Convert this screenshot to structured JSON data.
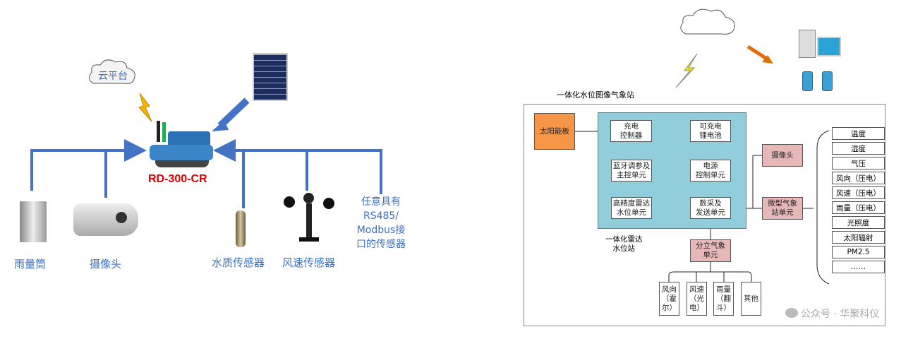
{
  "left": {
    "cloud": "云平台",
    "device": "RD-300-CR",
    "rain_gauge": "雨量筒",
    "camera": "摄像头",
    "water_quality": "水质传感器",
    "wind_speed": "风速传感器",
    "any_sensor": [
      "任意具有",
      "RS485/",
      "Modbus接",
      "口的传感器"
    ]
  },
  "right": {
    "title": "一体化水位图像气象站",
    "solar": "太阳能板",
    "charge_ctrl": [
      "充电",
      "控制器"
    ],
    "battery": [
      "可充电",
      "锂电池"
    ],
    "bt": [
      "蓝牙调参及",
      "主控单元"
    ],
    "power": [
      "电源",
      "控制单元"
    ],
    "radar": [
      "高精度雷达",
      "水位单元"
    ],
    "daq": [
      "数采及",
      "发送单元"
    ],
    "station_caption": [
      "一体化雷达",
      "水位站"
    ],
    "camera": "摄像头",
    "micro": [
      "微型气象",
      "站单元"
    ],
    "discrete": [
      "分立气象",
      "单元"
    ],
    "list": [
      "温度",
      "湿度",
      "气压",
      "风向（压电）",
      "风速（压电）",
      "雨量（压电）",
      "光照度",
      "太阳辐射",
      "PM2.5",
      "……"
    ],
    "bottom": [
      [
        "风向",
        "（霍",
        "尔）"
      ],
      [
        "风速",
        "（光",
        "电）"
      ],
      [
        "雨量",
        "（翻",
        "斗）"
      ],
      [
        "其他"
      ]
    ],
    "watermark": "公众号 · 华聚科仪"
  },
  "colors": {
    "blue": "#4472c4",
    "red": "#e00000",
    "teal": "#92cddc",
    "orange": "#f79646",
    "pink": "#e6b9b8"
  }
}
